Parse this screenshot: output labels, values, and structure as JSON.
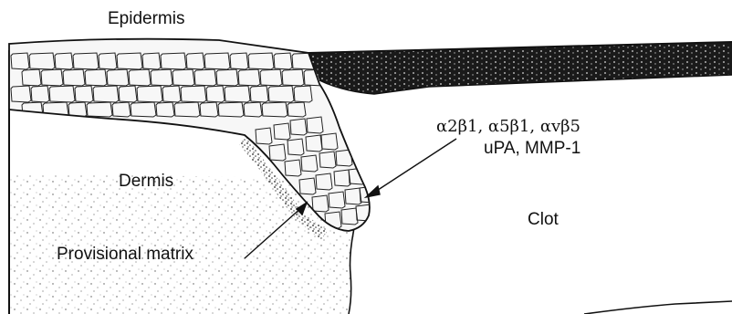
{
  "labels": {
    "epidermis": "Epidermis",
    "dermis": "Dermis",
    "clot": "Clot",
    "provisional_matrix": "Provisional matrix",
    "integrins": "α2β1, α5β1, αvβ5",
    "proteases": "uPA, MMP-1"
  },
  "colors": {
    "ink": "#111111",
    "paper": "#ffffff",
    "keratinocyte_fill": "#f4f4f4",
    "scab": "#1a1a1a"
  }
}
